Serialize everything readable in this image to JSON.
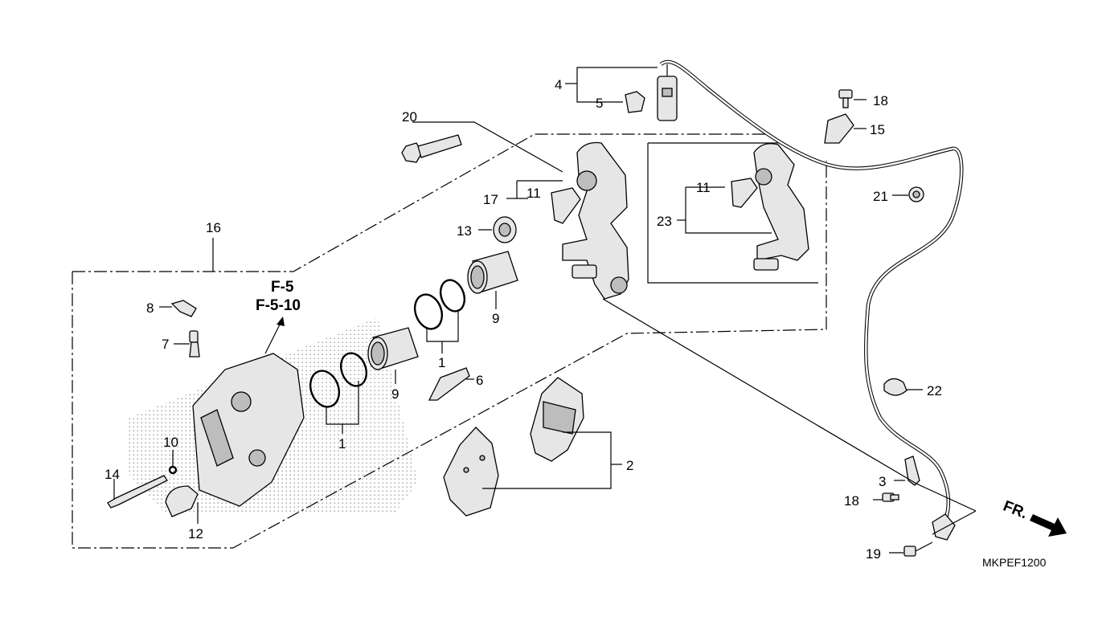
{
  "diagram": {
    "code": "MKPEF1200",
    "reference_lines": [
      "F-5",
      "F-5-10"
    ],
    "direction_label": "FR.",
    "callouts": [
      "1",
      "1",
      "2",
      "3",
      "4",
      "5",
      "6",
      "7",
      "8",
      "9",
      "9",
      "10",
      "11",
      "11",
      "12",
      "13",
      "14",
      "15",
      "16",
      "17",
      "18",
      "18",
      "19",
      "20",
      "21",
      "22",
      "23"
    ]
  }
}
